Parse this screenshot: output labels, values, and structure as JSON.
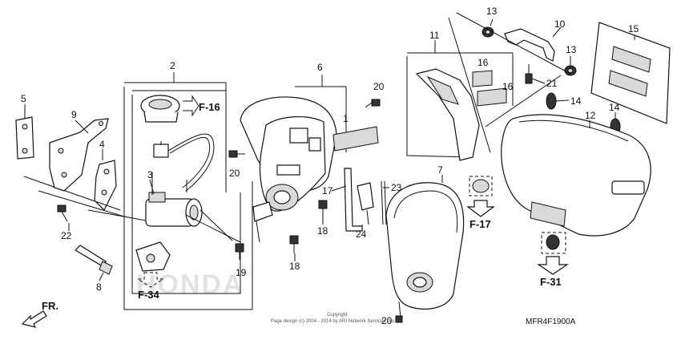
{
  "labels": {
    "l1": "1",
    "l2": "2",
    "l3": "3",
    "l4": "4",
    "l5": "5",
    "l6": "6",
    "l7": "7",
    "l8": "8",
    "l9": "9",
    "l10": "10",
    "l11": "11",
    "l12": "12",
    "l13a": "13",
    "l13b": "13",
    "l14a": "14",
    "l14b": "14",
    "l15": "15",
    "l16a": "16",
    "l16b": "16",
    "l17": "17",
    "l18a": "18",
    "l18b": "18",
    "l19": "19",
    "l20a": "20",
    "l20b": "20",
    "l20c": "20",
    "l21": "21",
    "l22": "22",
    "l23": "23",
    "l24": "24"
  },
  "refs": {
    "f16": "F-16",
    "f17": "F-17",
    "f31": "F-31",
    "f34": "F-34",
    "fr": "FR."
  },
  "watermark": "HONDA",
  "copyright_line1": "Copyright",
  "copyright_line2": "Page design (c) 2004 - 2014 by ARI Network Services, Inc.",
  "diagram_code": "MFR4F1900A"
}
